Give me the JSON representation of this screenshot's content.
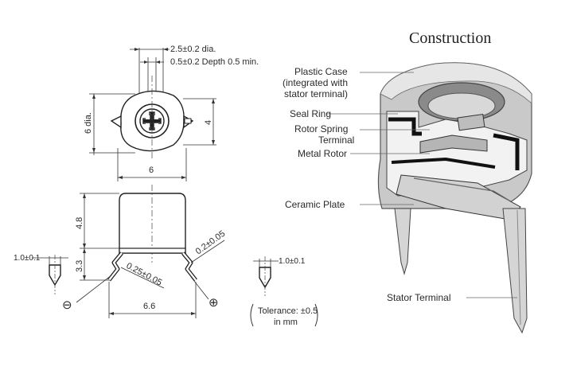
{
  "title": "Construction",
  "dimensions": {
    "hole_dia": "2.5±0.2 dia.",
    "slot_depth": "0.5±0.2 Depth 0.5 min.",
    "body_dia": "6 dia.",
    "height_4": "4",
    "width_6": "6",
    "height_4_8": "4.8",
    "height_3_3": "3.3",
    "terminal_0_25": "0.25±0.05",
    "terminal_0_2": "0.2±0.05",
    "pitch": "6.6",
    "pin_left": "1.0±0.1",
    "pin_right": "1.0±0.1"
  },
  "polarity": {
    "minus": "⊖",
    "plus": "⊕"
  },
  "tolerance": {
    "line1": "Tolerance: ±0.5",
    "line2": "in mm"
  },
  "construction_labels": {
    "plastic_case_1": "Plastic Case",
    "plastic_case_2": "(integrated with",
    "plastic_case_3": "stator terminal)",
    "seal_ring": "Seal Ring",
    "rotor_spring_1": "Rotor Spring",
    "rotor_spring_2": "Terminal",
    "metal_rotor": "Metal Rotor",
    "ceramic_plate": "Ceramic Plate",
    "stator_terminal": "Stator Terminal"
  }
}
